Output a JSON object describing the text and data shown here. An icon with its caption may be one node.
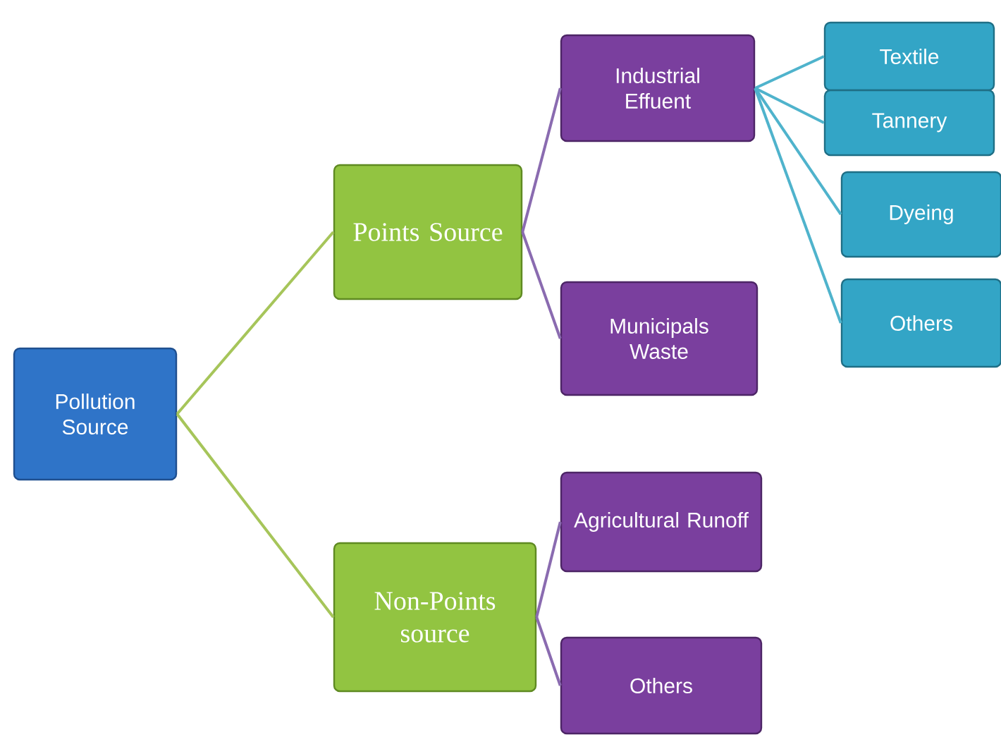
{
  "diagram": {
    "nodes": [
      {
        "text": [
          "Pollution Source"
        ]
      },
      {
        "text": [
          "Points Source"
        ]
      },
      {
        "text": [
          "Non-Points source"
        ]
      },
      {
        "text": [
          "Industrial Effuent"
        ]
      },
      {
        "text": [
          "Municipals Waste"
        ]
      },
      {
        "text": [
          "Agricultural Runoff"
        ]
      },
      {
        "text": [
          "Others"
        ]
      },
      {
        "text": [
          "Textile"
        ]
      },
      {
        "text": [
          "Tannery"
        ]
      },
      {
        "text": [
          "Dyeing"
        ]
      },
      {
        "text": [
          "Others"
        ]
      }
    ],
    "edges": [
      {
        "from": 0,
        "to": 1,
        "arrow": "none",
        "color": "#a6c55a"
      },
      {
        "from": 0,
        "to": 2,
        "arrow": "none",
        "color": "#a6c55a"
      },
      {
        "from": 1,
        "to": 3,
        "arrow": "none",
        "color": "#8a6bb0"
      },
      {
        "from": 1,
        "to": 4,
        "arrow": "none",
        "color": "#8a6bb0"
      },
      {
        "from": 2,
        "to": 5,
        "arrow": "none",
        "color": "#8a6bb0"
      },
      {
        "from": 2,
        "to": 6,
        "arrow": "none",
        "color": "#8a6bb0"
      },
      {
        "from": 3,
        "to": 7,
        "arrow": "none",
        "color": "#4fb3cc"
      },
      {
        "from": 3,
        "to": 8,
        "arrow": "none",
        "color": "#4fb3cc"
      },
      {
        "from": 3,
        "to": 9,
        "arrow": "none",
        "color": "#4fb3cc"
      },
      {
        "from": 3,
        "to": 10,
        "arrow": "none",
        "color": "#4fb3cc"
      }
    ]
  }
}
